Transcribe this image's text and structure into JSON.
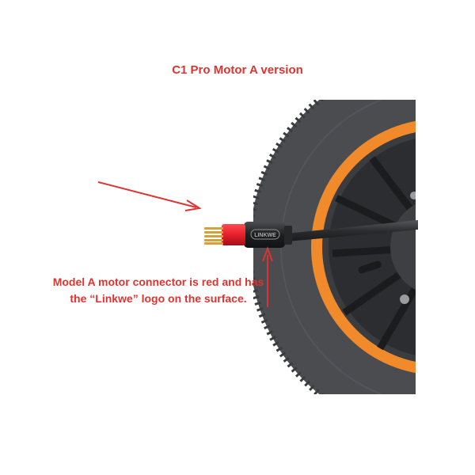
{
  "title": "C1 Pro Motor A version",
  "callout": {
    "line1": "Model A motor connector is red and has",
    "line2": "the “Linkwe” logo on the surface."
  },
  "connector_logo": "LINKWE",
  "colors": {
    "annotation_red": "#e0332f",
    "tire": "#4a4c50",
    "rim_orange": "#f08a2a",
    "hub": "#2b2d30",
    "connector_red": "#e5202b",
    "pins_gold": "#d3a23c",
    "cable": "#2a2b2d"
  }
}
